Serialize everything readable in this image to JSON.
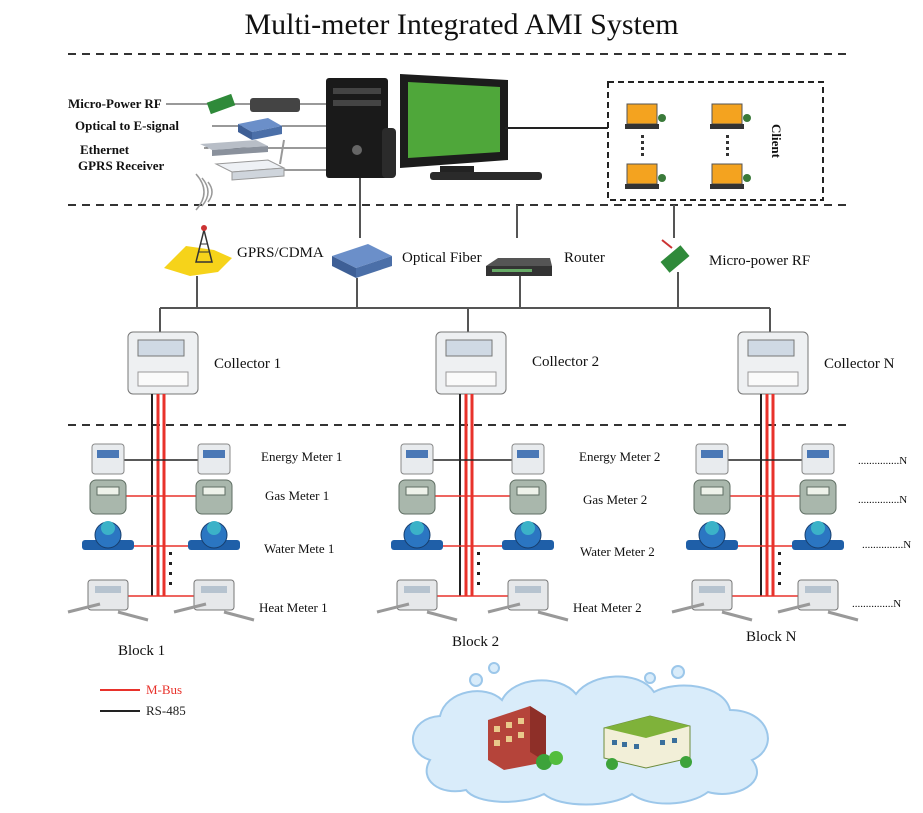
{
  "title": "Multi-meter Integrated AMI System",
  "center_equipment": {
    "labels": [
      "Micro-Power RF",
      "Optical to E-signal",
      "Ethernet",
      "GPRS Receiver"
    ],
    "client": "Client"
  },
  "channels": [
    "GPRS/CDMA",
    "Optical Fiber",
    "Router",
    "Micro-power RF"
  ],
  "collectors": [
    "Collector 1",
    "Collector 2",
    "Collector N"
  ],
  "blocks": [
    {
      "name": "Block 1",
      "meters": [
        "Energy Meter 1",
        "Gas Meter 1",
        "Water Mete 1",
        "Heat Meter 1"
      ]
    },
    {
      "name": "Block 2",
      "meters": [
        "Energy Meter 2",
        "Gas Meter 2",
        "Water Meter 2",
        "Heat Meter 2"
      ]
    },
    {
      "name": "Block N",
      "meters": [
        "...............N",
        "...............N",
        "...............N",
        "...............N"
      ]
    }
  ],
  "legend": [
    {
      "label": "M-Bus",
      "color": "#e8322b"
    },
    {
      "label": "RS-485",
      "color": "#222222"
    }
  ],
  "colors": {
    "mbus": "#e8322b",
    "rs485": "#222222",
    "cloud": "#d9ecfa",
    "cloud_stroke": "#9cc7ea"
  }
}
